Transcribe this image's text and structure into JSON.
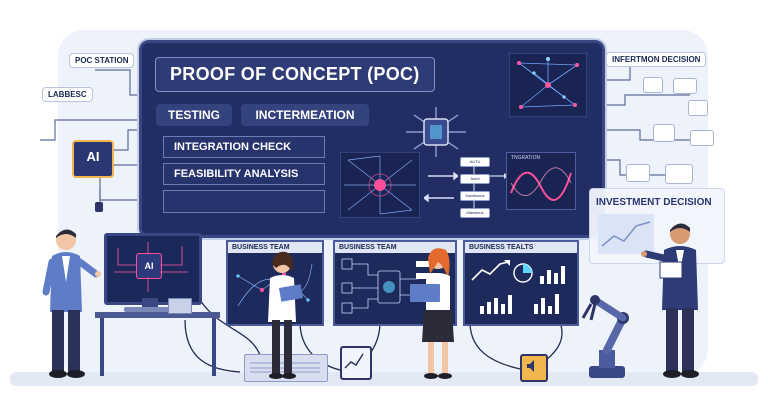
{
  "labels": {
    "poc_station": "POC STATION",
    "labbesc": "LABBESC",
    "infertmon_decision": "INFERTMON DECISION",
    "investment_decision": "INVESTMENT DECISION",
    "chip_ai": "AI",
    "monitor_ai": "AI"
  },
  "main_board": {
    "title": "PROOF OF CONCEPT (POC)",
    "pills": [
      "TESTING",
      "INCTERMEATION"
    ],
    "checks": [
      "INTEGRATION CHECK",
      "FEASIBILITY ANALYSIS",
      ""
    ],
    "flow_boxes": [
      "AUTU",
      "Actut",
      "Dambsons",
      "Mansinus"
    ],
    "wave_label": "TNGRATION"
  },
  "panels": {
    "left_title": "BUSINESS TEAM",
    "middle_title": "BUSINESS TEAM",
    "right_title": "BUSINESS TEALTS"
  },
  "colors": {
    "navy": "#222e63",
    "accent_pink": "#ff4f9a",
    "accent_cyan": "#5fd6ff",
    "skin": "#f2c6a4"
  },
  "icons": [
    "ai-chip-icon",
    "processor-icon",
    "robot-arm-icon",
    "bar-chart-icon",
    "line-chart-icon",
    "network-graph-icon"
  ]
}
